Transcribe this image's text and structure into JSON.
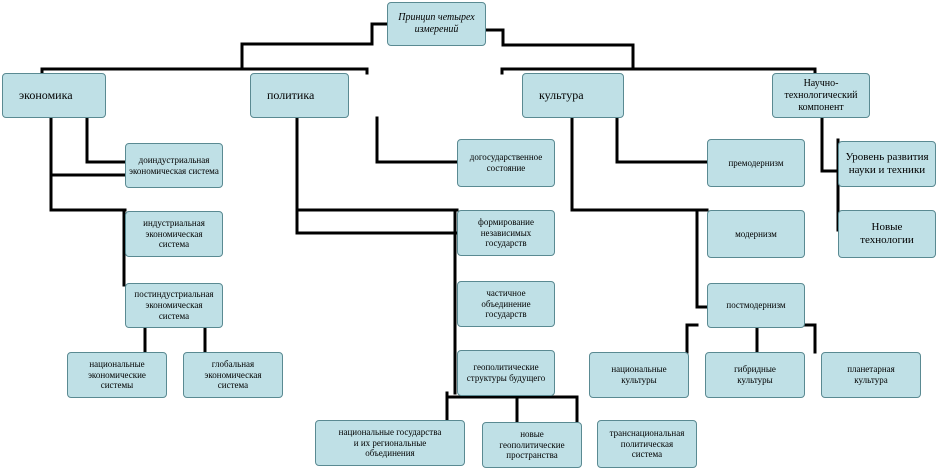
{
  "root": "Принцип четырех\nизмерений",
  "economy": {
    "title": "экономика",
    "items": [
      "доиндустриальная\nэкономическая система",
      "индустриальная\nэкономическая\nсистема",
      "постиндустриальная\nэкономическая\nсистема"
    ],
    "leaves": [
      "национальные\nэкономические\nсистемы",
      "глобальная\nэкономическая\nсистема"
    ]
  },
  "politics": {
    "title": "политика",
    "items": [
      "догосударственное\nсостояние",
      "формирование\nнезависимых\nгосударств",
      "частичное\nобъединение\nгосударств",
      "геополитические\nструктуры будущего"
    ],
    "leaves": [
      "национальные государства\nи их региональные\nобъединения",
      "новые\nгеополитические\nпространства",
      "транснациональная\nполитическая\nсистема"
    ]
  },
  "culture": {
    "title": "культура",
    "items": [
      "премодернизм",
      "модернизм",
      "постмодернизм"
    ],
    "leaves": [
      "национальные\nкультуры",
      "гибридные\nкультуры",
      "планетарная\nкультура"
    ]
  },
  "tech": {
    "title": "Научно-\nтехнологический\nкомпонент",
    "items": [
      "Уровень развития\nнауки и техники",
      "Новые\nтехнологии"
    ]
  }
}
